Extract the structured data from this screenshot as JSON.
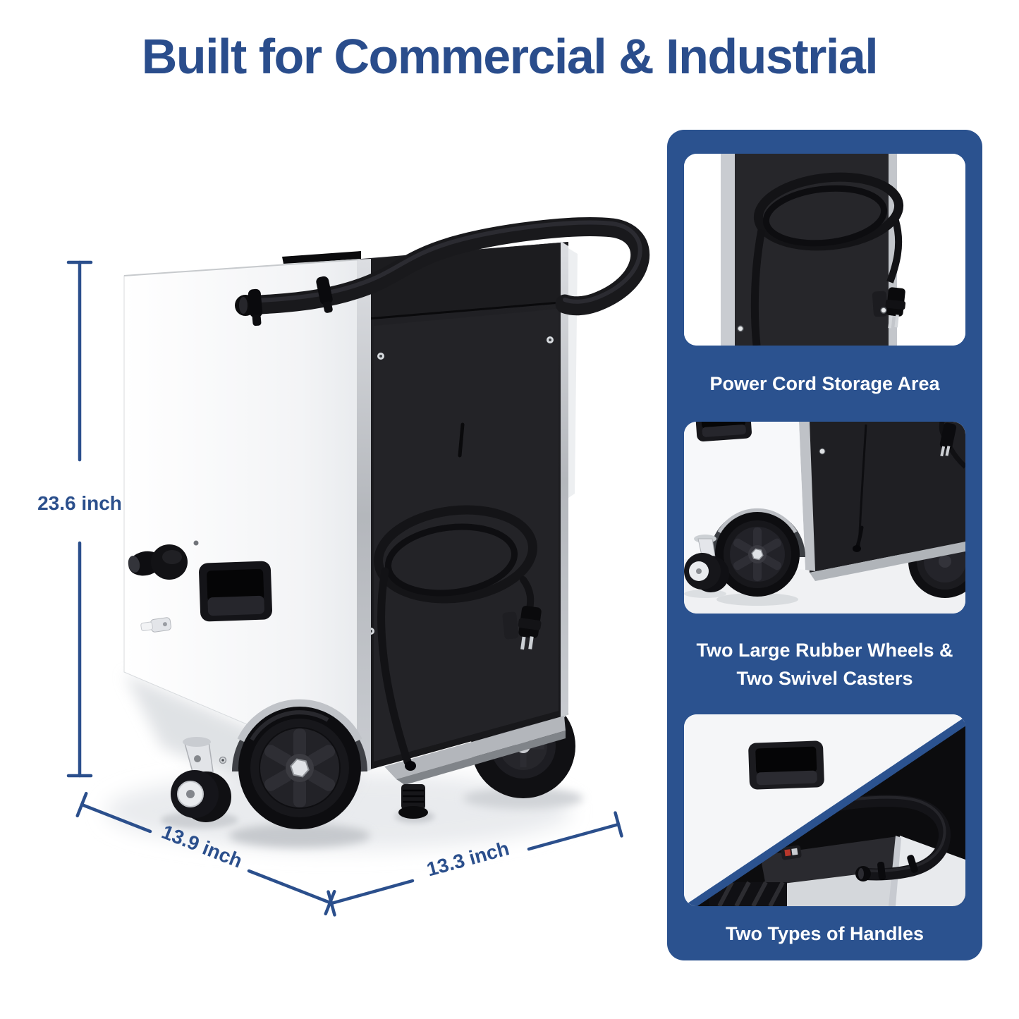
{
  "title": {
    "text": "Built for Commercial & Industrial"
  },
  "colors": {
    "accent_blue": "#2a4d8c",
    "panel_blue": "#2b528f",
    "machine_dark": "#1e1e22",
    "machine_white": "#f4f5f7"
  },
  "dimensions": {
    "height": {
      "label": "23.6 inch"
    },
    "depth": {
      "label": "13.9 inch"
    },
    "width": {
      "label": "13.3 inch"
    }
  },
  "sidebar": {
    "cards": [
      {
        "image": "power-cord-storage-photo",
        "caption": "Power Cord Storage Area"
      },
      {
        "image": "wheels-casters-photo",
        "caption_line1": "Two Large Rubber Wheels &",
        "caption_line2": "Two Swivel Casters"
      },
      {
        "image": "handles-photo",
        "caption": "Two Types of Handles"
      }
    ]
  }
}
